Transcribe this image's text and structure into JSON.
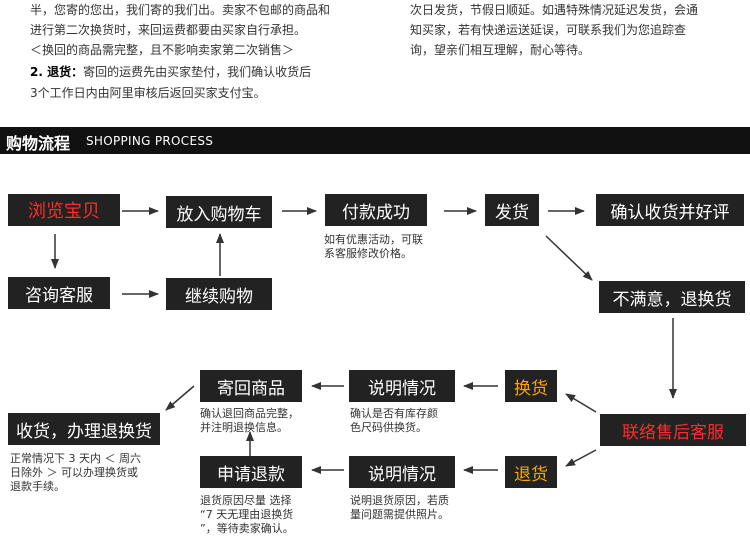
{
  "policy": {
    "left_lines": [
      "半，您寄的您出，我们寄的我们出。卖家不包邮的商品和",
      "进行第二次换货时，来回运费都要由买家自行承担。",
      "＜换回的商品需完整，且不影响卖家第二次销售＞"
    ],
    "item2_label": "2. 退货：",
    "item2_text": "寄回的运费先由买家垫付，我们确认收货后",
    "item2_line2": "3个工作日内由阿里审核后返回买家支付宝。",
    "right_lines": [
      "次日发货，节假日顺延。如遇特殊情况延迟发货，会通",
      "知买家，若有快递运送延误，可联系我们为您追踪查",
      "询，望亲们相互理解，耐心等待。"
    ]
  },
  "section": {
    "title_cn": "购物流程",
    "title_en": "SHOPPING PROCESS"
  },
  "flow": {
    "browse": "浏览宝贝",
    "add_cart": "放入购物车",
    "pay_success": "付款成功",
    "ship": "发货",
    "confirm_review": "确认收货并好评",
    "consult": "咨询客服",
    "continue_shopping": "继续购物",
    "unsatisfied": "不满意，退换货",
    "contact_after_sales": "联络售后客服",
    "exchange": "换货",
    "return": "退货",
    "explain_exchange": "说明情况",
    "explain_return": "说明情况",
    "send_back": "寄回商品",
    "apply_refund": "申请退款",
    "receive": "收货，办理退换货"
  },
  "notes": {
    "pay_note": [
      "如有优惠活动，可联",
      "系客服修改价格。"
    ],
    "exchange_note": [
      "确认是否有库存颜",
      "色尺码供换货。"
    ],
    "send_back_note": [
      "确认退回商品完整，",
      "并注明退换信息。"
    ],
    "receive_note": [
      "正常情况下 3 天内 ＜ 周六",
      "日除外 ＞ 可以办理换货或",
      "退款手续。"
    ],
    "return_note": [
      "说明退货原因，若质",
      "量问题需提供照片。"
    ],
    "refund_note": [
      "退货原因尽量 选择",
      "“7 天无理由退换货",
      "”，等待卖家确认。"
    ]
  },
  "colors": {
    "box_bg": "#222222",
    "highlight_red": "#ff2b2b",
    "highlight_orange": "#ffa500",
    "header_bg": "#111111"
  }
}
